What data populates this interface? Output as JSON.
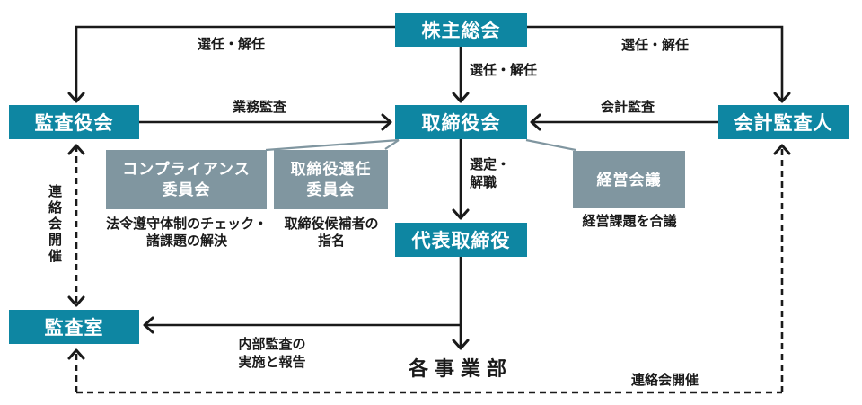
{
  "diagram_title": "corporate-governance-structure",
  "colors": {
    "teal": "#0e86a2",
    "gray": "#8096a0",
    "line": "#1a1a1a",
    "text_on_box": "#ffffff"
  },
  "nodes": {
    "shareholders_meeting": {
      "label": "株主総会"
    },
    "audit_board": {
      "label": "監査役会"
    },
    "board_of_directors": {
      "label": "取締役会"
    },
    "accounting_auditor": {
      "label": "会計監査人"
    },
    "representative_director": {
      "label": "代表取締役"
    },
    "audit_office": {
      "label": "監査室"
    },
    "compliance_committee": {
      "label": "コンプライアンス\n委員会",
      "note": "法令遵守体制のチェック・\n諸課題の解決"
    },
    "director_nomination_committee": {
      "label": "取締役選任\n委員会",
      "note": "取締役候補者の\n指名"
    },
    "management_meeting": {
      "label": "経営会議",
      "note": "経営課題を合議"
    },
    "business_divisions": {
      "label": "各事業部"
    }
  },
  "edge_labels": {
    "appoint_dismiss_left": "選任・解任",
    "appoint_dismiss_center": "選任・解任",
    "appoint_dismiss_right": "選任・解任",
    "operational_audit": "業務監査",
    "accounting_audit": "会計監査",
    "select_remove": "選定・\n解職",
    "liaison_meetings_left": "連絡会開催",
    "internal_audit": "内部監査の\n実施と報告",
    "liaison_meetings_bottom": "連絡会開催"
  }
}
